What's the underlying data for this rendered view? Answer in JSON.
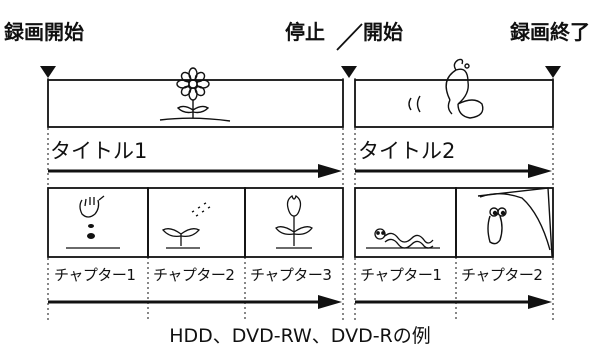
{
  "markers": {
    "record_start": "録画開始",
    "stop": "停止",
    "start": "開始",
    "record_end": "録画終了"
  },
  "titles": [
    {
      "label": "タイトル1"
    },
    {
      "label": "タイトル2"
    }
  ],
  "chapters_title1": [
    "チャプター1",
    "チャプター2",
    "チャプター3"
  ],
  "chapters_title2": [
    "チャプター1",
    "チャプター2"
  ],
  "caption": "HDD、DVD-RW、DVD-Rの例"
}
